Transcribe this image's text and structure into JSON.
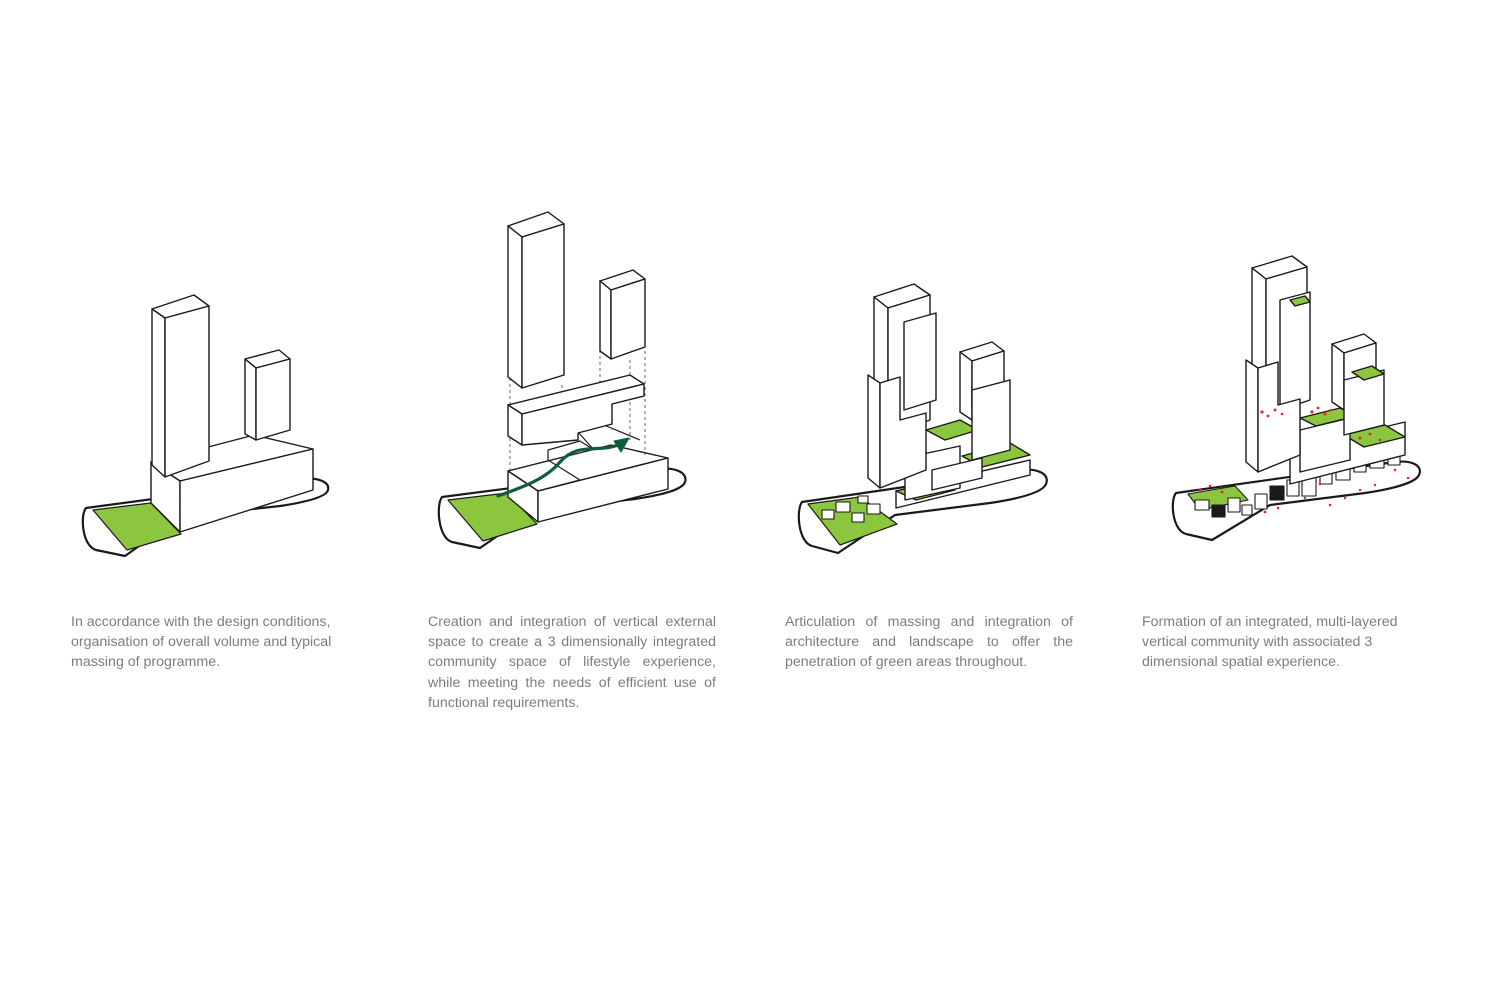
{
  "steps": [
    {
      "caption": "In accordance with the design conditions, organisation of overall volume and typical massing of programme."
    },
    {
      "caption": "Creation and integration of vertical external space to create a 3 dimensionally integrated community space of lifestyle experience, while meeting the needs of efficient use of functional  requirements."
    },
    {
      "caption": "Articulation of massing and integration of architecture and landscape to offer the penetration of green areas throughout."
    },
    {
      "caption": "Formation of an integrated, multi-layered vertical community with associated 3 dimensional spatial experience."
    }
  ],
  "colors": {
    "green": "#8cc63f",
    "arrow": "#0f5c3a",
    "activity": "#e8262b",
    "line": "#1a1a1a",
    "caption_text": "#7d7d7d",
    "background": "#ffffff"
  }
}
